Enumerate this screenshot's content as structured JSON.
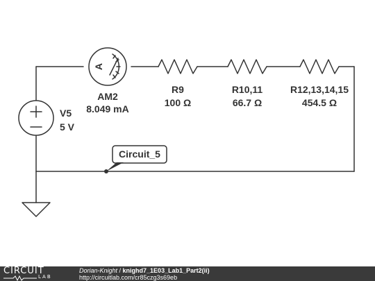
{
  "components": {
    "source": {
      "name": "V5",
      "value": "5 V"
    },
    "ammeter": {
      "name": "AM2",
      "value": "8.049 mA",
      "symbol": "A"
    },
    "r1": {
      "name": "R9",
      "value": "100 Ω"
    },
    "r2": {
      "name": "R10,11",
      "value": "66.7 Ω"
    },
    "r3": {
      "name": "R12,13,14,15",
      "value": "454.5 Ω"
    }
  },
  "node_label": "Circuit_5",
  "footer": {
    "logo_top": "CIRCUIT",
    "logo_bottom": "LAB",
    "author": "Dorian-Knight",
    "separator": " / ",
    "project": "knighd7_1E03_Lab1_Part2(ii)",
    "url": "http://circuitlab.com/cr85czg3s69eb"
  },
  "colors": {
    "wire": "#333333",
    "footer_bg": "#3a3a3a"
  }
}
